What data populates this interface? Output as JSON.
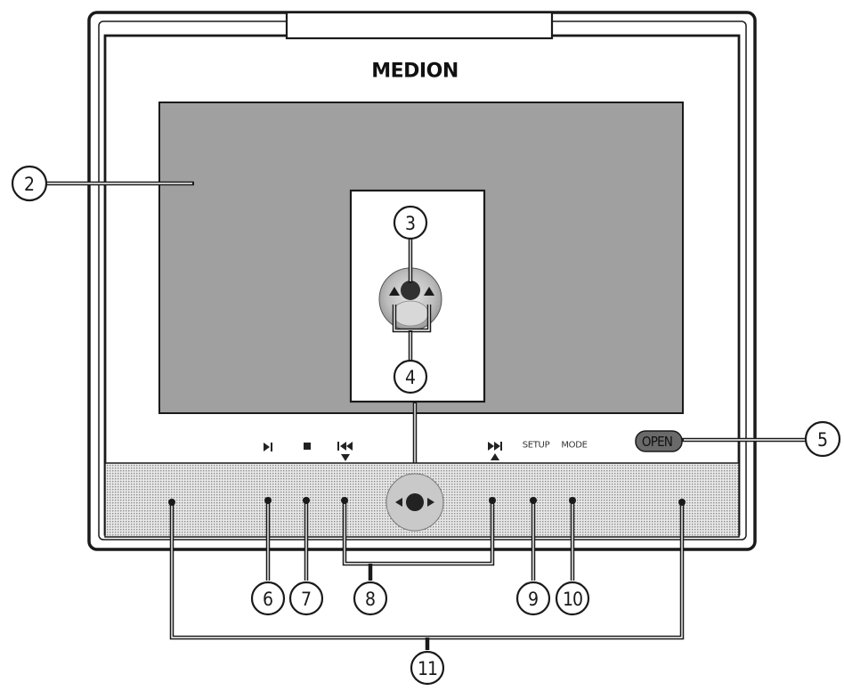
{
  "device": {
    "brand": "MEDION",
    "colors": {
      "frame": "#3a3a3a",
      "screen": "#a0a0a0",
      "inset_bg": "#ffffff",
      "grille": "#d4d4d4",
      "open_button": "#6a6a6a"
    }
  },
  "buttons": {
    "play_pause_icon": "play-pause-icon",
    "stop_icon": "stop-icon",
    "prev_icon": "skip-back-icon",
    "next_icon": "skip-forward-icon",
    "setup_label": "SETUP",
    "mode_label": "MODE",
    "open_label": "OPEN"
  },
  "callouts": [
    {
      "id": "2",
      "label": "2"
    },
    {
      "id": "3",
      "label": "3"
    },
    {
      "id": "4",
      "label": "4"
    },
    {
      "id": "5",
      "label": "5"
    },
    {
      "id": "6",
      "label": "6"
    },
    {
      "id": "7",
      "label": "7"
    },
    {
      "id": "8",
      "label": "8"
    },
    {
      "id": "9",
      "label": "9"
    },
    {
      "id": "10",
      "label": "10"
    },
    {
      "id": "11",
      "label": "11"
    }
  ]
}
